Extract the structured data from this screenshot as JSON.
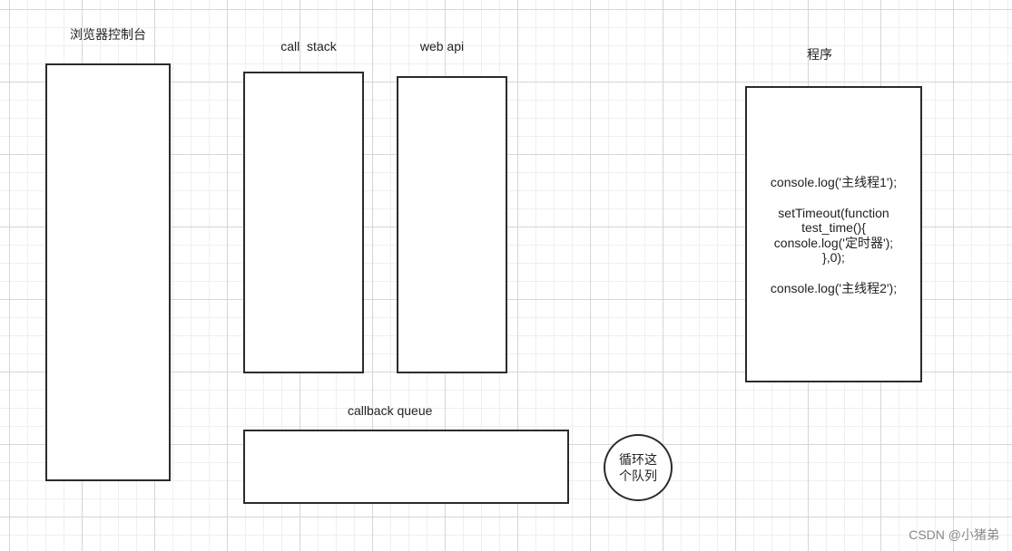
{
  "diagram": {
    "browser_console": {
      "title": "浏览器控制台"
    },
    "call_stack": {
      "title": "call  stack"
    },
    "web_api": {
      "title": "web api"
    },
    "program": {
      "title": "程序",
      "code_lines": [
        "console.log('主线程1');",
        "",
        "setTimeout(function",
        "test_time(){",
        "console.log('定时器');",
        "},0);",
        "",
        "console.log('主线程2');"
      ]
    },
    "callback_queue": {
      "title": "callback queue"
    },
    "loop_node": {
      "text": "循环这个队列"
    }
  },
  "watermark": "CSDN @小猪弟",
  "colors": {
    "border": "#2b2b2b",
    "grid_major": "#d6d6d6",
    "grid_minor": "#efefef",
    "text": "#222222",
    "watermark": "#888888"
  }
}
